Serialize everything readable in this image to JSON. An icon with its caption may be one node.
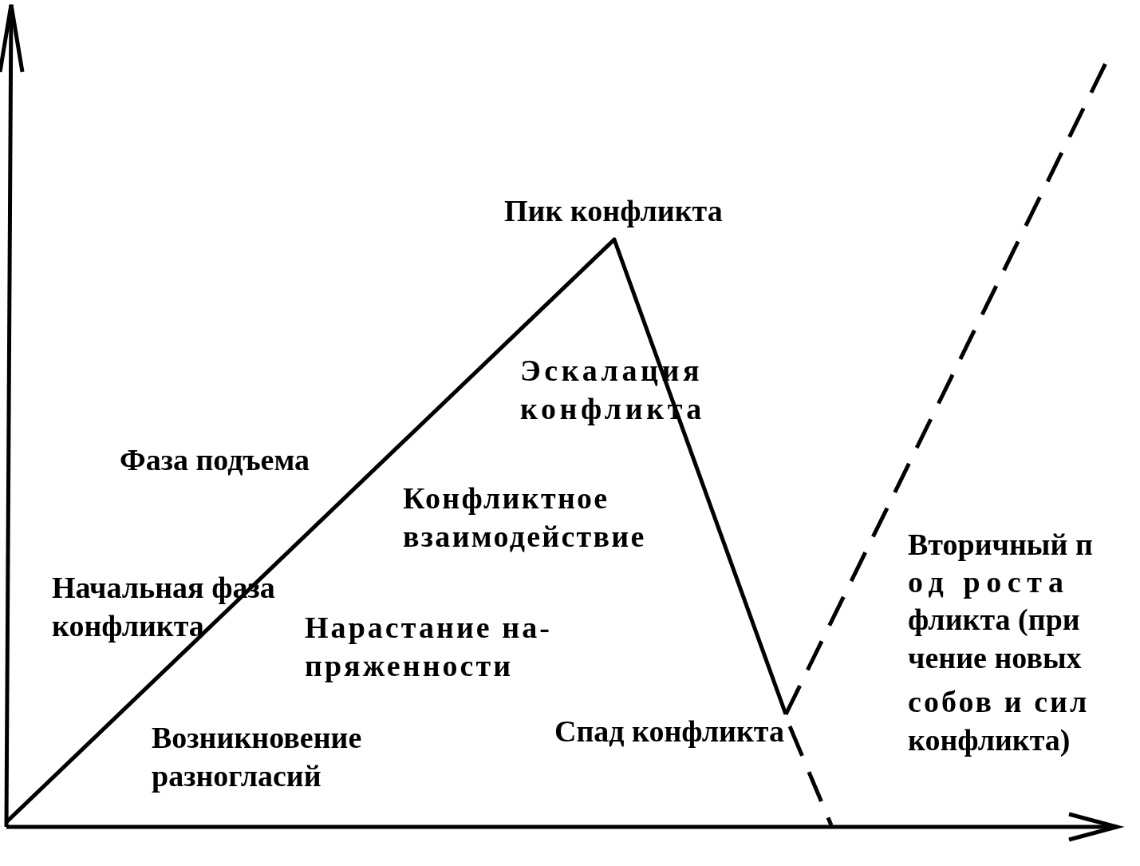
{
  "diagram": {
    "labels": [
      "Пик конфликта",
      "Эскалация конфликта",
      "Фаза подъема",
      "Конфликтное взаимодействие",
      "Вторичный п",
      "од роста",
      "фликта (при",
      "чение новых",
      "собов и сил",
      "конфликта)",
      "Начальная фаза конфликта",
      "Нарастание на- пряженности",
      "Возникновение разногласий",
      "Спад конфликта"
    ]
  }
}
